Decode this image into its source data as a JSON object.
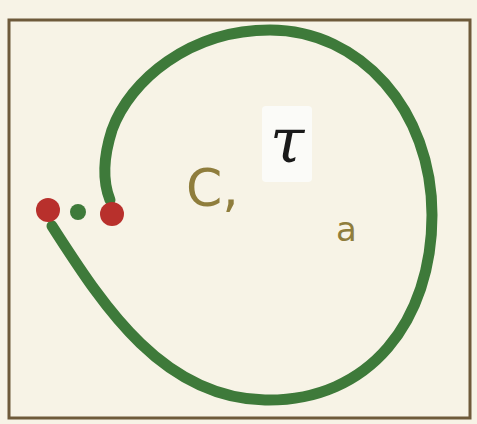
{
  "diagram": {
    "labels": [
      "C,",
      "τ",
      "a"
    ]
  }
}
